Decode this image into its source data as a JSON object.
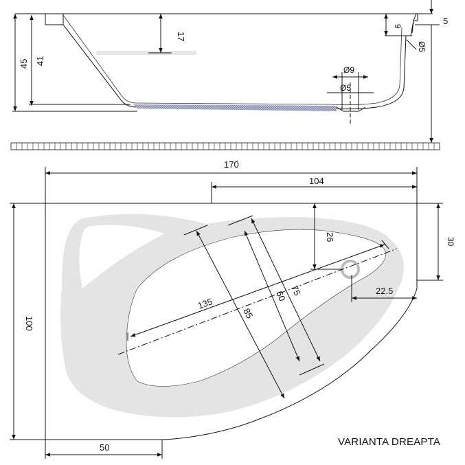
{
  "side_view": {
    "dimensions": {
      "rim_depth": "17",
      "height_total": "45",
      "height_inner": "41",
      "rim_thickness": "5",
      "rim_drop": "9",
      "overflow_diameter": "Ø5",
      "drain_outer_diameter": "Ø9",
      "drain_inner_diameter": "Ø5"
    }
  },
  "top_view": {
    "dimensions": {
      "length_total": "170",
      "length_partial": "104",
      "width_total": "100",
      "offset_right": "30",
      "drain_offset_y": "26",
      "drain_offset_x": "22.5",
      "bottom_flat": "50",
      "inner_length": "135",
      "inner_width_85": "85",
      "inner_width_60": "60",
      "inner_width_75": "75"
    },
    "caption": "VARIANTA DREAPTA"
  },
  "colors": {
    "line": "#111111",
    "basin_fill": "#e4e4e4",
    "bottom_hatch": "#8a8fb0"
  }
}
